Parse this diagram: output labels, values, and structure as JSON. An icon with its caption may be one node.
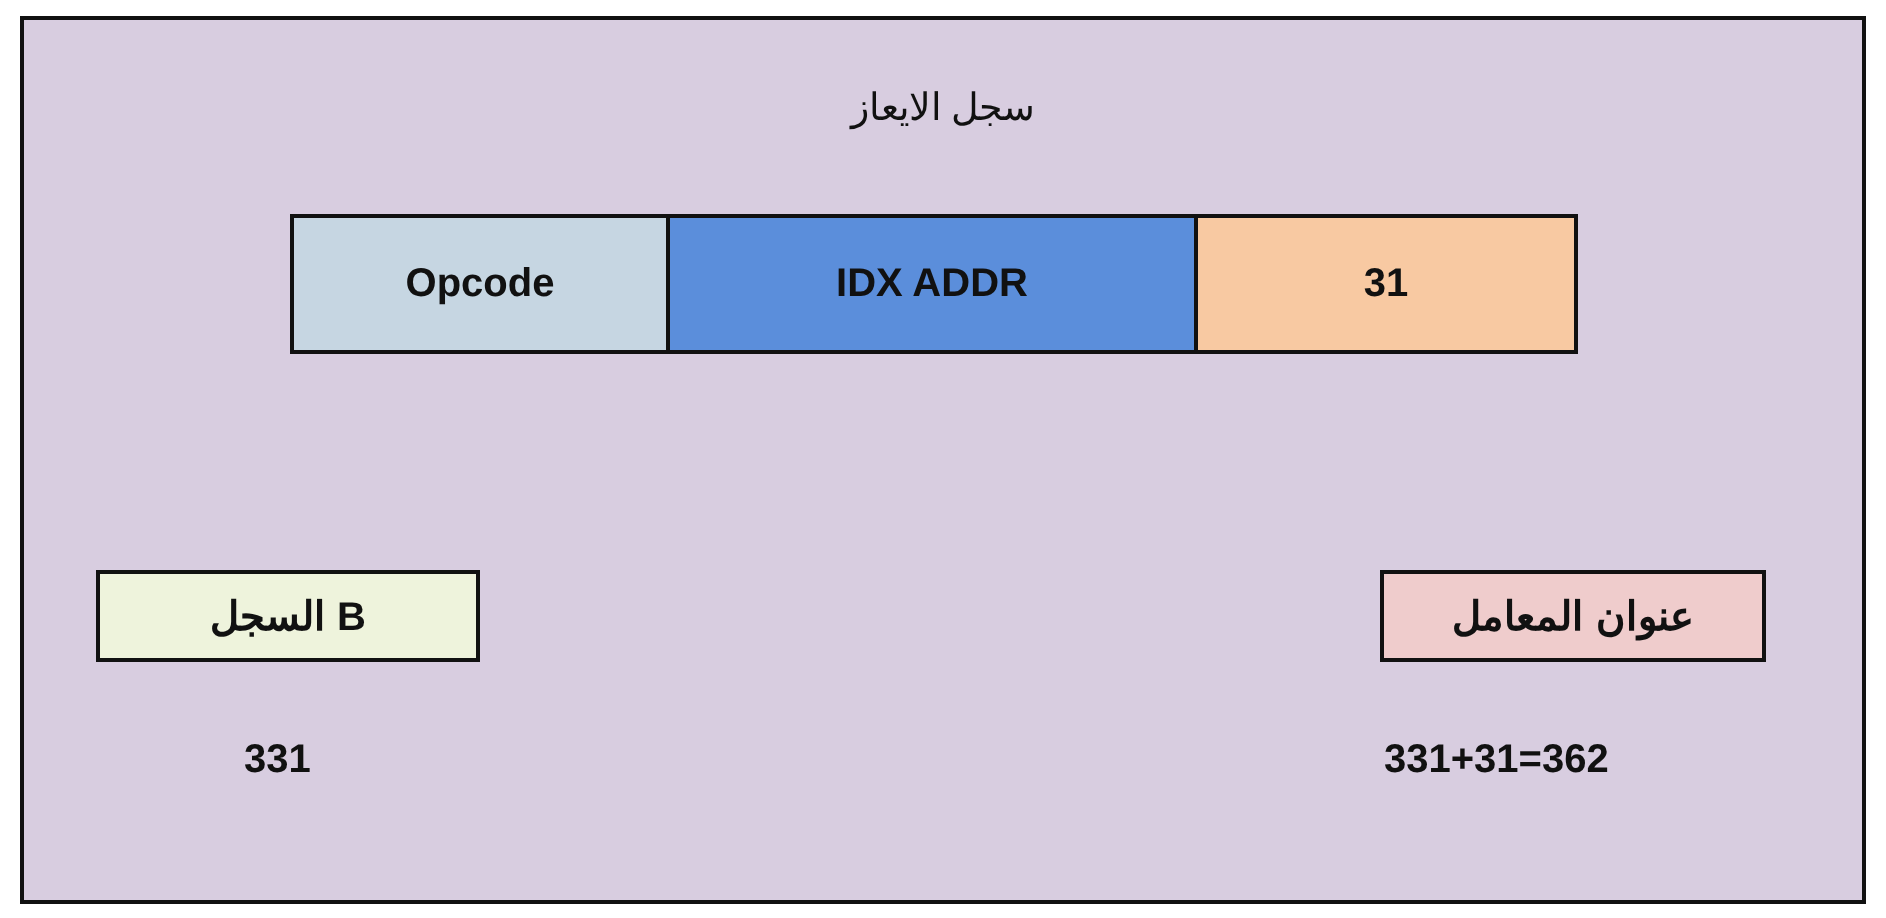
{
  "diagram": {
    "nodes": [
      {
        "text": [
          "سجل الايعاز"
        ]
      },
      {
        "text": [
          "Opcode"
        ],
        "in": 0
      },
      {
        "text": [
          "IDX ADDR"
        ],
        "in": 0
      },
      {
        "text": [
          "31"
        ],
        "in": 0
      },
      {
        "text": [
          "السجل B"
        ],
        "in": 0,
        "beside": [
          "331"
        ]
      },
      {
        "text": [
          "عنوان المعامل"
        ],
        "in": 0,
        "beside": [
          "331+31=362"
        ]
      }
    ]
  }
}
